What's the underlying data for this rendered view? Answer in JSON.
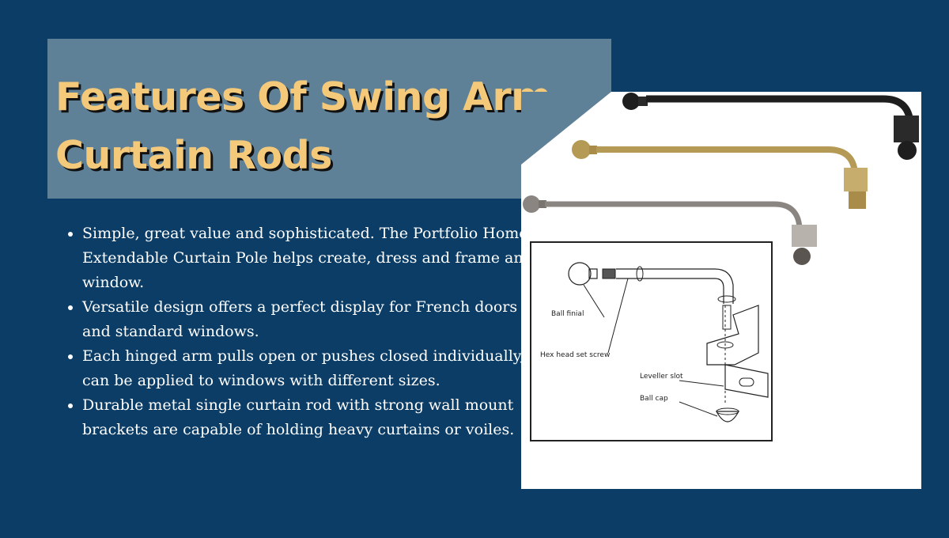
{
  "title": "Features Of  Swing Arm Curtain Rods",
  "features": [
    "Simple, great value and sophisticated. The Portfolio Home Extendable Curtain Pole helps create, dress and frame any window.",
    "Versatile design offers a perfect display for French doors and standard windows.",
    "Each hinged arm pulls open or pushes closed individually, can be applied to windows with different sizes.",
    "Durable metal single curtain rod with strong wall mount brackets are capable of holding heavy curtains or voiles."
  ],
  "diagram": {
    "labels": {
      "ball_finial": "Ball finial",
      "hex_head_set_screw": "Hex head set screw",
      "leveller_slot": "Leveller slot",
      "ball_cap": "Ball cap"
    }
  },
  "colors": {
    "background": "#0b3d66",
    "title_box": "#5f8198",
    "title_text": "#f5c97a",
    "rod_black": "#1e1e1e",
    "rod_gold": "#b59a55",
    "rod_silver": "#8a8580"
  }
}
